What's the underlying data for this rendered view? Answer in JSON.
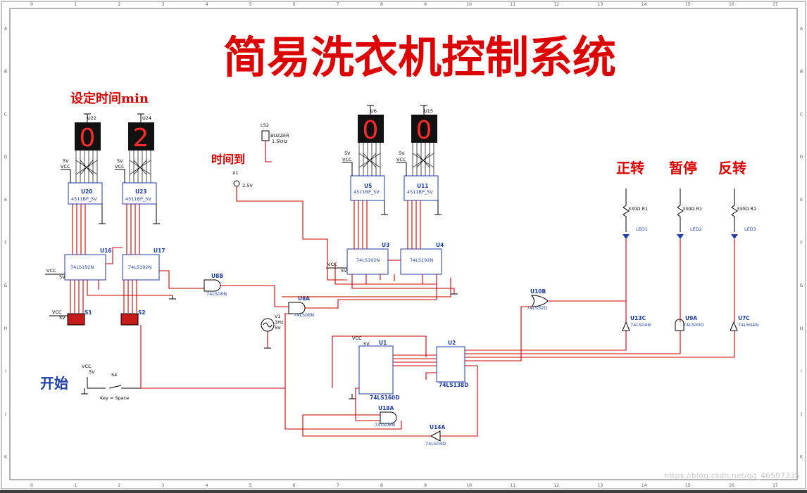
{
  "title": "简易洗衣机控制系统",
  "labels": {
    "set_time": "设定时间min",
    "time_up": "时间到",
    "forward": "正转",
    "pause": "暂停",
    "reverse": "反转",
    "start": "开始"
  },
  "ruler": {
    "columns": [
      "0",
      "1",
      "2",
      "3",
      "4",
      "5",
      "6",
      "7",
      "8",
      "9",
      "10",
      "11",
      "12",
      "13",
      "14",
      "15",
      "16",
      "17"
    ],
    "rows": [
      "A",
      "B",
      "C",
      "D",
      "E",
      "F",
      "G",
      "H",
      "I",
      "J",
      "K"
    ]
  },
  "power": {
    "vcc": "VCC",
    "v5": "5V"
  },
  "displays": [
    {
      "ref": "U22",
      "digit": "0"
    },
    {
      "ref": "U24",
      "digit": "2"
    },
    {
      "ref": "U6",
      "digit": "0"
    },
    {
      "ref": "U15",
      "digit": "0"
    }
  ],
  "decoders": [
    {
      "ref": "U20",
      "part": "4511BP_5V"
    },
    {
      "ref": "U23",
      "part": "4511BP_5V"
    },
    {
      "ref": "U5",
      "part": "4511BP_5V"
    },
    {
      "ref": "U11",
      "part": "4511BP_5V"
    }
  ],
  "counters": [
    {
      "ref": "U16",
      "part": "74LS192N"
    },
    {
      "ref": "U17",
      "part": "74LS192N"
    },
    {
      "ref": "U3",
      "part": "74LS192N"
    },
    {
      "ref": "U4",
      "part": "74LS192N"
    }
  ],
  "switches": [
    {
      "ref": "S1"
    },
    {
      "ref": "S2"
    }
  ],
  "gates": {
    "u8b": {
      "ref": "U8B",
      "part": "74LS08N"
    },
    "u8a": {
      "ref": "U8A",
      "part": "74LS08N"
    },
    "u10b": {
      "ref": "U10B",
      "part": "74LS32D"
    },
    "u18a": {
      "ref": "U18A",
      "part": "74LS08N"
    },
    "u14a": {
      "ref": "U14A",
      "part": "74LS04D"
    },
    "u13c": {
      "ref": "U13C",
      "part": "74LS04N"
    },
    "u9a": {
      "ref": "U9A",
      "part": "74LS00D"
    },
    "u7c": {
      "ref": "U7C",
      "part": "74LS04N"
    }
  },
  "ics": {
    "u1": {
      "ref": "U1",
      "part": "74LS160D"
    },
    "u2": {
      "ref": "U2",
      "part": "74LS138D"
    }
  },
  "source": {
    "ref": "V1",
    "freq": "1Hz",
    "volt": "5V"
  },
  "buzzer": {
    "ref": "LS2",
    "part": "BUZZER",
    "freq": "1.5kHz"
  },
  "probe": {
    "ref": "X1",
    "volt": "2.5V"
  },
  "leds": [
    {
      "ref": "LED1",
      "res": "330Ω R1"
    },
    {
      "ref": "LED2",
      "res": "330Ω R1"
    },
    {
      "ref": "LED3",
      "res": "330Ω R1"
    }
  ],
  "key": {
    "ref": "S4",
    "label": "Key = Space"
  },
  "watermark": "https://blog.csdn.net/qq_46597335"
}
